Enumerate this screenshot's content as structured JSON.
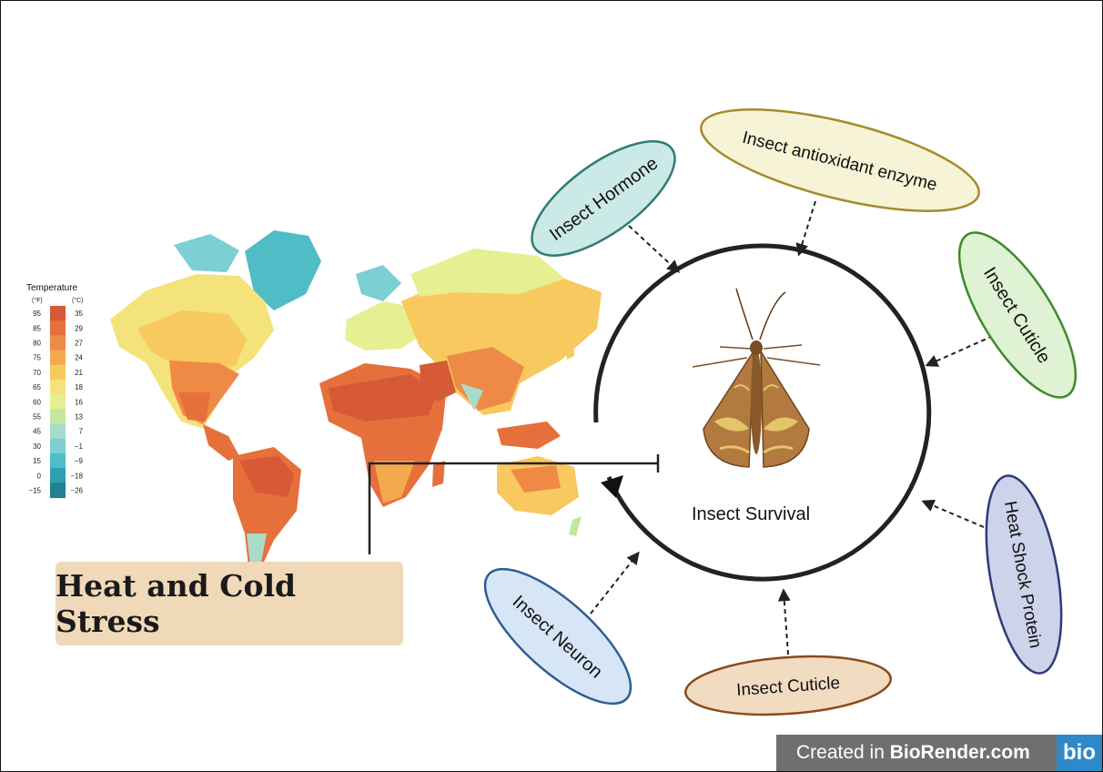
{
  "legend": {
    "title": "Temperature",
    "unit_f": "(°F)",
    "unit_c": "(°C)",
    "rows": [
      {
        "f": "95",
        "c": "35",
        "color": "#d65a35"
      },
      {
        "f": "85",
        "c": "29",
        "color": "#e5703c"
      },
      {
        "f": "80",
        "c": "27",
        "color": "#ef8a46"
      },
      {
        "f": "75",
        "c": "24",
        "color": "#f4a94f"
      },
      {
        "f": "70",
        "c": "21",
        "color": "#f8c95e"
      },
      {
        "f": "65",
        "c": "18",
        "color": "#f4e37a"
      },
      {
        "f": "60",
        "c": "16",
        "color": "#e6ef92"
      },
      {
        "f": "55",
        "c": "13",
        "color": "#c3e6a3"
      },
      {
        "f": "45",
        "c": "7",
        "color": "#a9dcc8"
      },
      {
        "f": "30",
        "c": "−1",
        "color": "#7ccfd2"
      },
      {
        "f": "15",
        "c": "−9",
        "color": "#4fbcc6"
      },
      {
        "f": "0",
        "c": "−18",
        "color": "#2e9fae"
      },
      {
        "f": "−15",
        "c": "−26",
        "color": "#1f8191"
      }
    ]
  },
  "stress_label": "Heat and Cold Stress",
  "center_label": "Insect Survival",
  "factors": {
    "hormone": "Insect Hormone",
    "antioxidant": "Insect antioxidant enzyme",
    "cuticle_right": "Insect Cuticle",
    "heat_shock": "Heat Shock Protein",
    "cuticle_bottom": "Insect Cuticle",
    "neuron": "Insect Neuron"
  },
  "colors": {
    "hormone_fill": "#cbe9e6",
    "hormone_stroke": "#2f7c77",
    "antioxidant_fill": "#f6f3d6",
    "antioxidant_stroke": "#a68b2a",
    "cuticle_right_fill": "#dff2d3",
    "cuticle_right_stroke": "#3d8a2b",
    "heat_shock_fill": "#cdd3ea",
    "heat_shock_stroke": "#2f3a7a",
    "cuticle_bottom_fill": "#f2dcc1",
    "cuticle_bottom_stroke": "#8a4a1c",
    "neuron_fill": "#d7e6f6",
    "neuron_stroke": "#2e5d94",
    "stress_box": "#efd9b8"
  },
  "watermark": {
    "created": "Created in ",
    "brand": "BioRender.com",
    "logo": "bio"
  }
}
